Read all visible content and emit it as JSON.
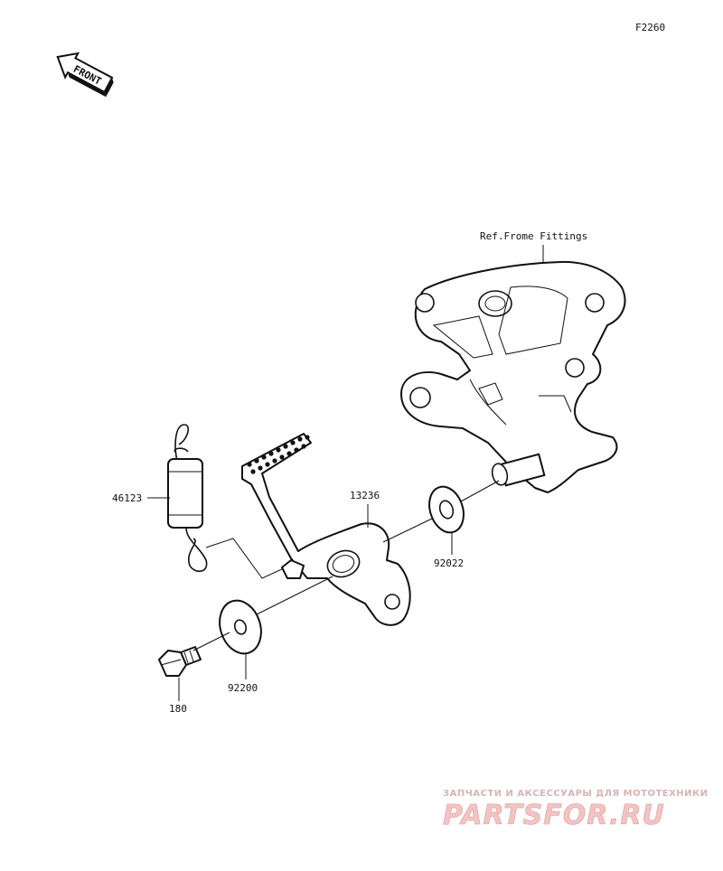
{
  "diagram": {
    "figure_code": "F2260",
    "front_label": "FRONT",
    "reference_label": "Ref.Frome Fittings",
    "parts": [
      {
        "number": "46123",
        "name": "return spring"
      },
      {
        "number": "13236",
        "name": "brake pedal"
      },
      {
        "number": "92022",
        "name": "washer"
      },
      {
        "number": "92200",
        "name": "washer"
      },
      {
        "number": "180",
        "name": "bolt"
      }
    ]
  },
  "watermark": {
    "tagline": "ЗАПЧАСТИ И АКСЕССУАРЫ ДЛЯ МОТОТЕХНИКИ",
    "logo": "PARTSFOR.RU",
    "color_tagline": "#d9b3b3",
    "color_logo": "#f2c4c4"
  }
}
